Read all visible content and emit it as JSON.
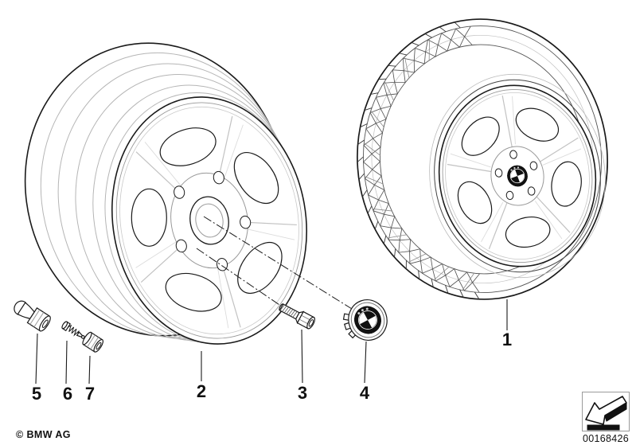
{
  "page": {
    "background": "#ffffff"
  },
  "colors": {
    "line": "#1a1a1a",
    "detail": "#9a9a9a",
    "emblem_dark": "#111111"
  },
  "diagram": {
    "description_visible_text_only": "",
    "callouts": [
      {
        "label": "1"
      },
      {
        "label": "2"
      },
      {
        "label": "3"
      },
      {
        "label": "4"
      },
      {
        "label": "5"
      },
      {
        "label": "6"
      },
      {
        "label": "7"
      }
    ]
  },
  "icons": {
    "nav_arrow": "arrow-3d-down-left-icon",
    "brand_emblem": "bmw-roundel-icon"
  },
  "footer": {
    "copyright": "© BMW AG",
    "part_number": "00168426"
  }
}
